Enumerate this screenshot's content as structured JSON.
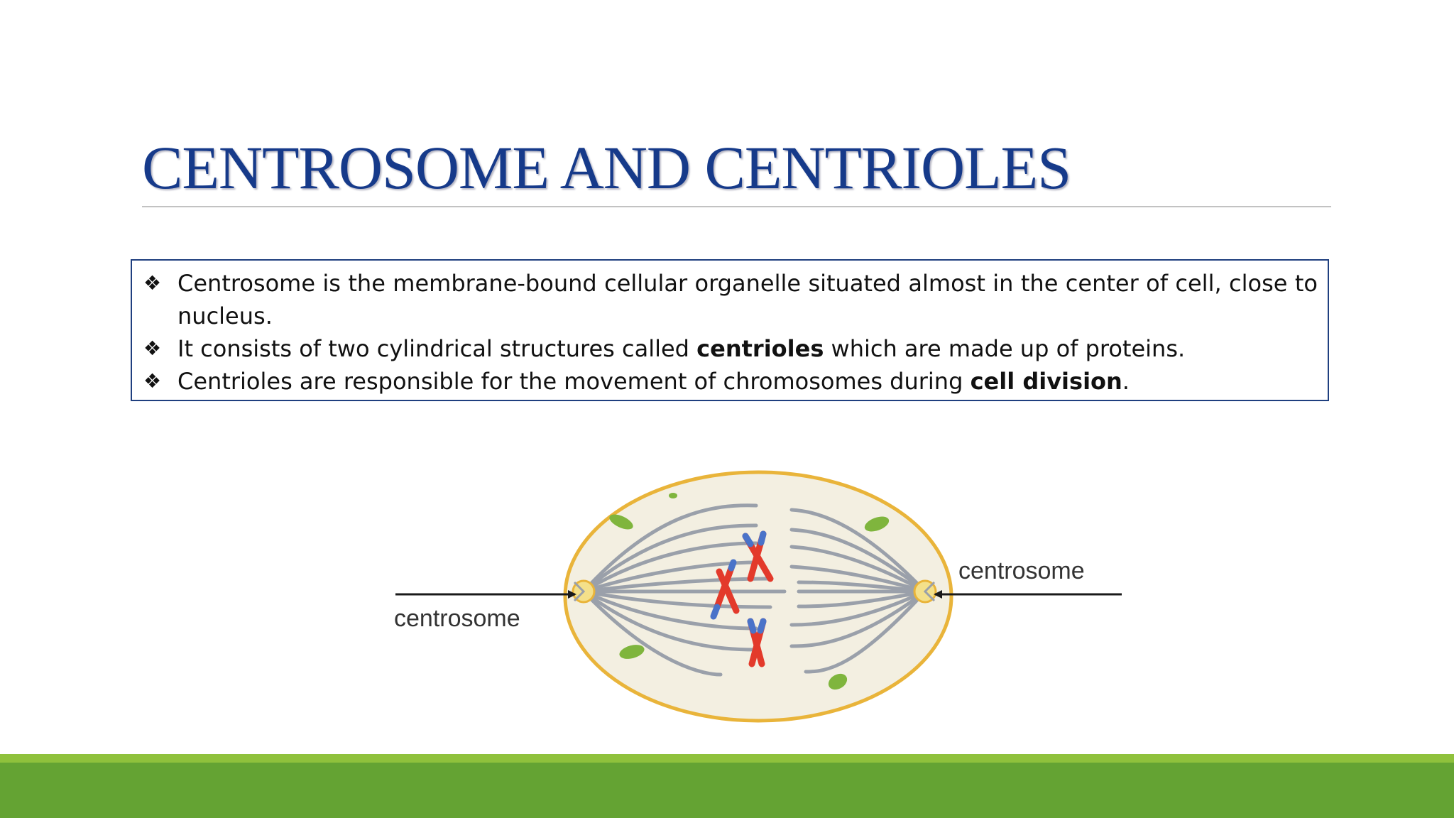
{
  "slide": {
    "title": "CENTROSOME AND CENTRIOLES",
    "bullets": [
      {
        "marker": "❖",
        "parts": [
          {
            "text": "Centrosome is the membrane-bound cellular organelle situated almost in the center of cell, close to nucleus.",
            "bold": false
          }
        ]
      },
      {
        "marker": "❖",
        "parts": [
          {
            "text": "It consists of two cylindrical structures called ",
            "bold": false
          },
          {
            "text": "centrioles",
            "bold": true
          },
          {
            "text": " which are made up of proteins.",
            "bold": false
          }
        ]
      },
      {
        "marker": "❖",
        "parts": [
          {
            "text": "Centrioles are responsible for the movement of chromosomes during ",
            "bold": false
          },
          {
            "text": "cell division",
            "bold": true
          },
          {
            "text": ".",
            "bold": false
          }
        ]
      }
    ]
  },
  "figure": {
    "label_left": "centrosome",
    "label_right": "centrosome"
  },
  "colors": {
    "title": "#163a8a",
    "box_border": "#1f3f7f",
    "cell_fill": "#f3efe1",
    "cell_border": "#e9b43a",
    "spindle": "#9aa0aa",
    "chromosome_red": "#e33a2b",
    "chromosome_blue": "#4a73c9",
    "organelle": "#7fb53d",
    "footer_light": "#8fc13c",
    "footer_dark": "#64a333"
  }
}
